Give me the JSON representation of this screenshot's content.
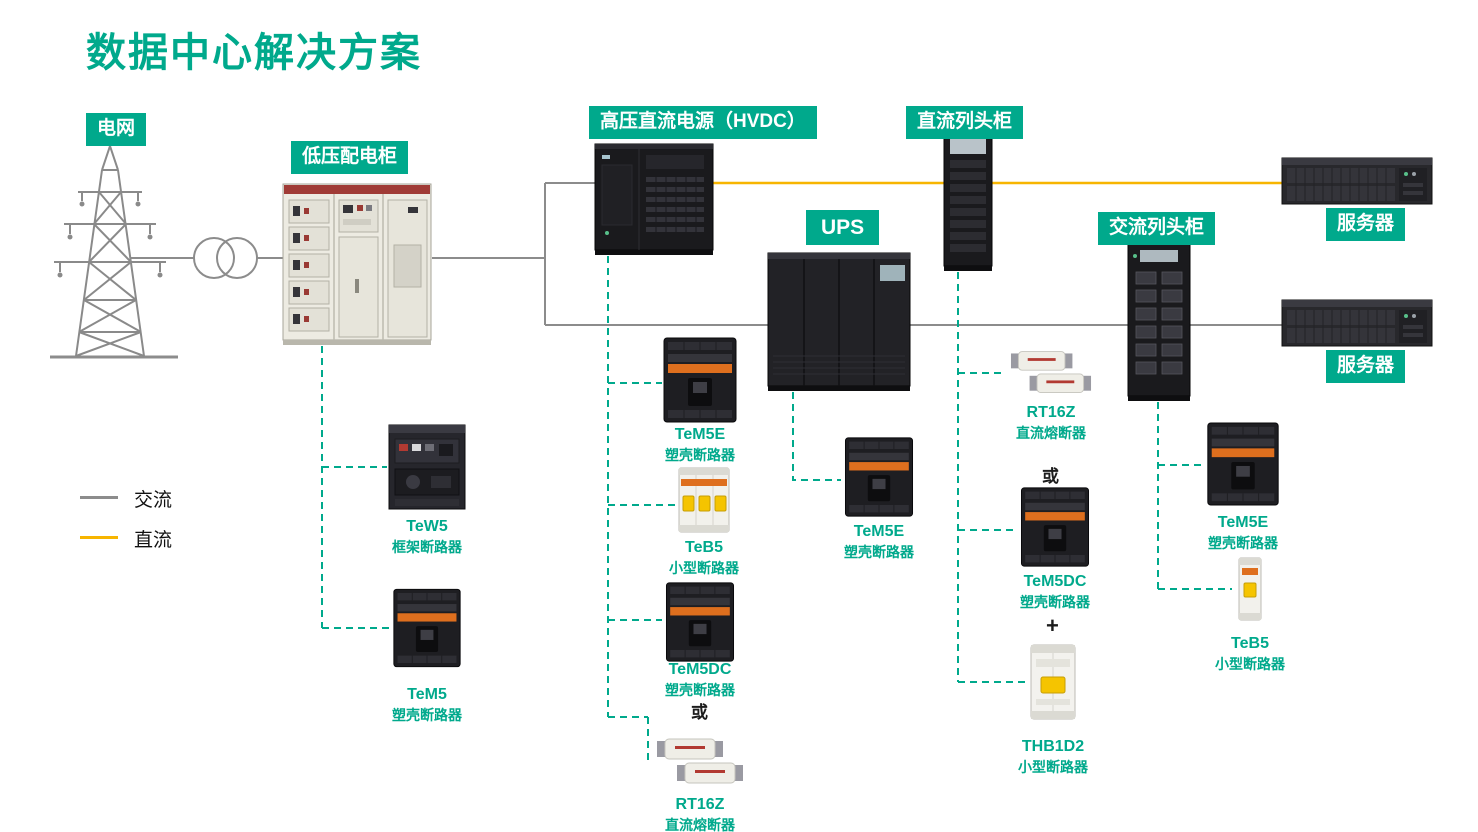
{
  "title": "数据中心解决方案",
  "colors": {
    "accent": "#00A98C",
    "dc_line": "#F7B500",
    "ac_line": "#8C8C8C"
  },
  "legend": {
    "ac": "交流",
    "dc": "直流"
  },
  "nodes": {
    "grid": "电网",
    "lv_cabinet": "低压配电柜",
    "hvdc": "高压直流电源（HVDC）",
    "dc_row": "直流列头柜",
    "ups": "UPS",
    "ac_row": "交流列头柜",
    "server_top": "服务器",
    "server_bottom": "服务器"
  },
  "products": {
    "tew5": {
      "name": "TeW5",
      "type": "框架断路器"
    },
    "tem5": {
      "name": "TeM5",
      "type": "塑壳断路器"
    },
    "tem5e_hvdc": {
      "name": "TeM5E",
      "type": "塑壳断路器"
    },
    "teb5_hvdc": {
      "name": "TeB5",
      "type": "小型断路器"
    },
    "tem5dc_hvdc": {
      "name": "TeM5DC",
      "type": "塑壳断路器"
    },
    "rt16z_hvdc": {
      "name": "RT16Z",
      "type": "直流熔断器"
    },
    "tem5e_ups": {
      "name": "TeM5E",
      "type": "塑壳断路器"
    },
    "rt16z_dc": {
      "name": "RT16Z",
      "type": "直流熔断器"
    },
    "tem5dc_dc": {
      "name": "TeM5DC",
      "type": "塑壳断路器"
    },
    "thb1d2": {
      "name": "THB1D2",
      "type": "小型断路器"
    },
    "tem5e_ac": {
      "name": "TeM5E",
      "type": "塑壳断路器"
    },
    "teb5_ac": {
      "name": "TeB5",
      "type": "小型断路器"
    }
  },
  "operators": {
    "or1": "或",
    "or2": "或",
    "plus": "+"
  }
}
